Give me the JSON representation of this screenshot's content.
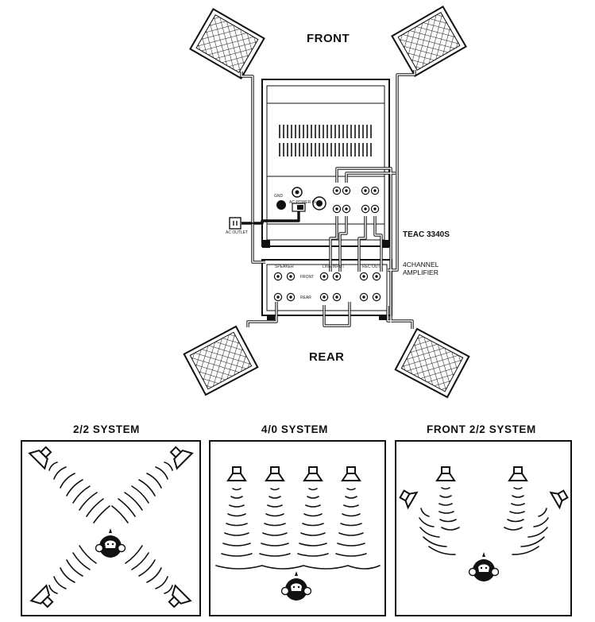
{
  "labels": {
    "front": "FRONT",
    "rear": "REAR",
    "deck_model": "TEAC 3340S",
    "amplifier_line1": "4CHANNEL",
    "amplifier_line2": "AMPLIFIER",
    "ac_outlet": "AC OUTLET",
    "power_in": "AC POWER IN",
    "speaker": "SPEAKER",
    "front_small": "FRONT",
    "rear_small": "REAR",
    "line_input": "LINE INPUT",
    "rec_out": "REC OUT",
    "gnd": "GND"
  },
  "systems": [
    {
      "title": "2/2 SYSTEM"
    },
    {
      "title": "4/0 SYSTEM"
    },
    {
      "title": "FRONT 2/2 SYSTEM"
    }
  ],
  "colors": {
    "ink": "#111111",
    "paper": "#ffffff",
    "gray": "#666666"
  }
}
